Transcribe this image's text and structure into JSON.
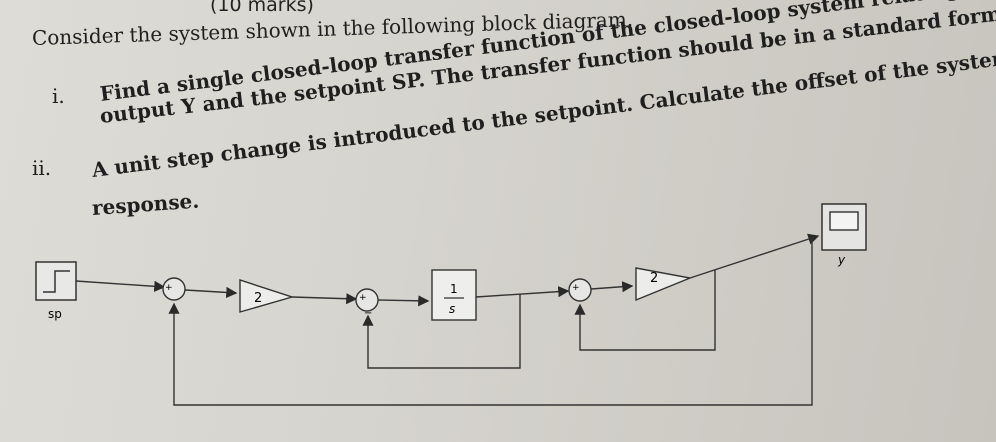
{
  "header": {
    "marks": "(10 marks)"
  },
  "question": {
    "intro": "Consider the system shown in the following block diagram.",
    "parts": [
      {
        "number": "i.",
        "line1": "Find a single closed-loop transfer function of the closed-loop system relating the",
        "line2": "output Y and the setpoint SP. The transfer function should be in a standard form."
      },
      {
        "number": "ii.",
        "line1": "A unit step change is introduced to the setpoint. Calculate the offset of the system",
        "line2": "response."
      }
    ]
  },
  "diagram": {
    "step_label": "sp",
    "gain1": "2",
    "integrator_num": "1",
    "integrator_den": "s",
    "gain2": "2",
    "scope_label": "y",
    "sum_sign_plus": "+",
    "sum_sign_minus": "−"
  }
}
